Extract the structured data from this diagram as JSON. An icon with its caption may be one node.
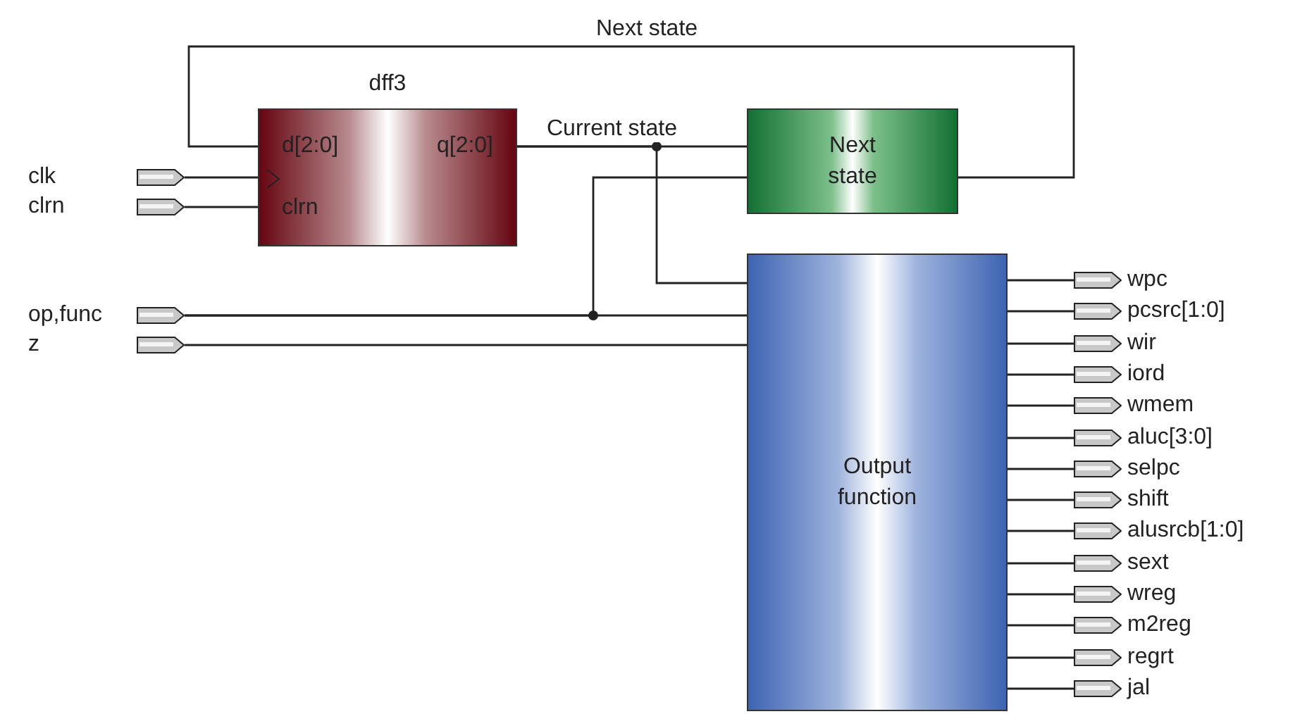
{
  "diagram": {
    "nodes": [
      {
        "text": [
          "dff3",
          "d[2:0]",
          "q[2:0]",
          "clrn"
        ]
      },
      {
        "text": [
          "Next state"
        ]
      },
      {
        "text": [
          "Output function"
        ]
      },
      {
        "text": [
          "clk"
        ]
      },
      {
        "text": [
          "clrn"
        ]
      },
      {
        "text": [
          "op,func"
        ]
      },
      {
        "text": [
          "z"
        ]
      },
      {
        "text": [
          "wpc"
        ]
      },
      {
        "text": [
          "pcsrc[1:0]"
        ]
      },
      {
        "text": [
          "wir"
        ]
      },
      {
        "text": [
          "iord"
        ]
      },
      {
        "text": [
          "wmem"
        ]
      },
      {
        "text": [
          "aluc[3:0]"
        ]
      },
      {
        "text": [
          "selpc"
        ]
      },
      {
        "text": [
          "shift"
        ]
      },
      {
        "text": [
          "alusrcb[1:0]"
        ]
      },
      {
        "text": [
          "sext"
        ]
      },
      {
        "text": [
          "wreg"
        ]
      },
      {
        "text": [
          "m2reg"
        ]
      },
      {
        "text": [
          "regrt"
        ]
      },
      {
        "text": [
          "jal"
        ]
      }
    ],
    "edges": [
      {
        "from": 3,
        "to": 0,
        "arrow": "none"
      },
      {
        "from": 4,
        "to": 0,
        "arrow": "none"
      },
      {
        "from": 0,
        "to": 1,
        "arrow": "none",
        "label": "Current state"
      },
      {
        "from": 0,
        "to": 2,
        "arrow": "none"
      },
      {
        "from": 1,
        "to": 0,
        "arrow": "none",
        "label": "Next state"
      },
      {
        "from": 5,
        "to": 1,
        "arrow": "none"
      },
      {
        "from": 5,
        "to": 2,
        "arrow": "none"
      },
      {
        "from": 6,
        "to": 2,
        "arrow": "none"
      },
      {
        "from": 2,
        "to": 7,
        "arrow": "none"
      },
      {
        "from": 2,
        "to": 8,
        "arrow": "none"
      },
      {
        "from": 2,
        "to": 9,
        "arrow": "none"
      },
      {
        "from": 2,
        "to": 10,
        "arrow": "none"
      },
      {
        "from": 2,
        "to": 11,
        "arrow": "none"
      },
      {
        "from": 2,
        "to": 12,
        "arrow": "none"
      },
      {
        "from": 2,
        "to": 13,
        "arrow": "none"
      },
      {
        "from": 2,
        "to": 14,
        "arrow": "none"
      },
      {
        "from": 2,
        "to": 15,
        "arrow": "none"
      },
      {
        "from": 2,
        "to": 16,
        "arrow": "none"
      },
      {
        "from": 2,
        "to": 17,
        "arrow": "none"
      },
      {
        "from": 2,
        "to": 18,
        "arrow": "none"
      },
      {
        "from": 2,
        "to": 19,
        "arrow": "none"
      },
      {
        "from": 2,
        "to": 20,
        "arrow": "none"
      }
    ]
  }
}
